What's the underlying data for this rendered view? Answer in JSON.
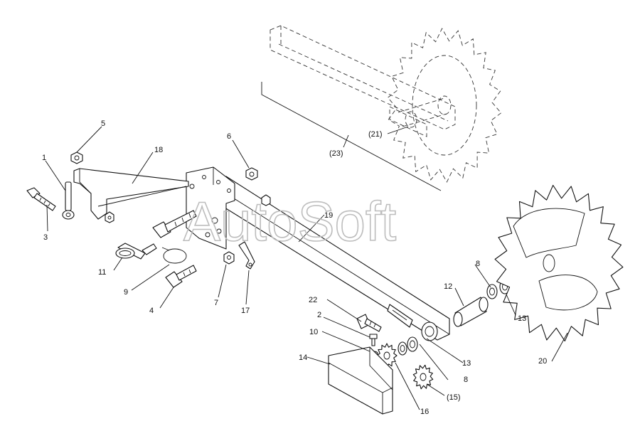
{
  "watermark": "AutoSoft",
  "callouts": [
    {
      "id": "c1",
      "text": "1"
    },
    {
      "id": "c2",
      "text": "2"
    },
    {
      "id": "c3",
      "text": "3"
    },
    {
      "id": "c4",
      "text": "4"
    },
    {
      "id": "c5",
      "text": "5"
    },
    {
      "id": "c6",
      "text": "6"
    },
    {
      "id": "c7",
      "text": "7"
    },
    {
      "id": "c8a",
      "text": "8"
    },
    {
      "id": "c8b",
      "text": "8"
    },
    {
      "id": "c9",
      "text": "9"
    },
    {
      "id": "c10",
      "text": "10"
    },
    {
      "id": "c11",
      "text": "11"
    },
    {
      "id": "c12",
      "text": "12"
    },
    {
      "id": "c13a",
      "text": "13"
    },
    {
      "id": "c13b",
      "text": "13"
    },
    {
      "id": "c14",
      "text": "14"
    },
    {
      "id": "c15",
      "text": "(15)"
    },
    {
      "id": "c16",
      "text": "16"
    },
    {
      "id": "c17",
      "text": "17"
    },
    {
      "id": "c18",
      "text": "18"
    },
    {
      "id": "c19",
      "text": "19"
    },
    {
      "id": "c20",
      "text": "20"
    },
    {
      "id": "c21",
      "text": "(21)"
    },
    {
      "id": "c22",
      "text": "22"
    },
    {
      "id": "c23",
      "text": "(23)"
    }
  ]
}
